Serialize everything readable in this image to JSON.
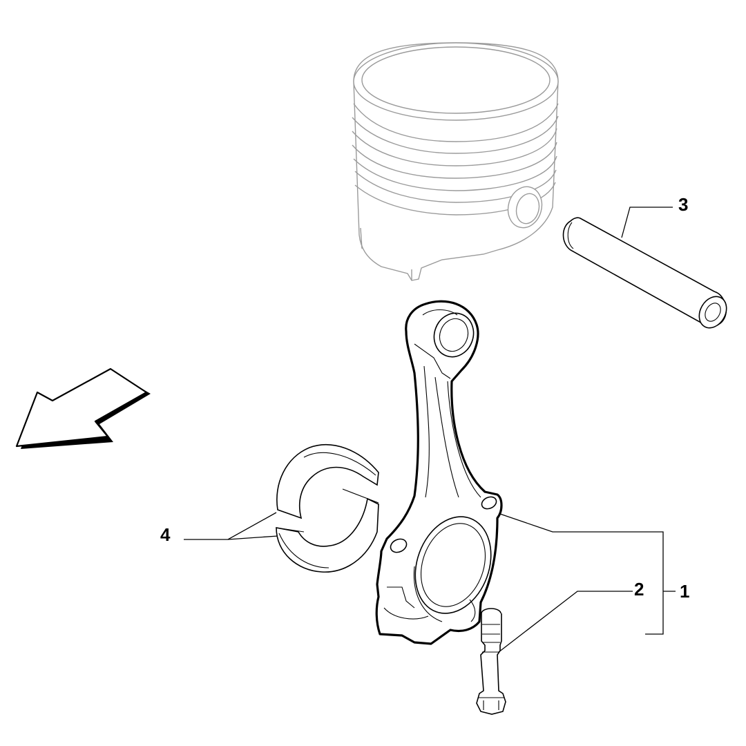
{
  "callouts": [
    {
      "id": "1",
      "label": "1"
    },
    {
      "id": "2",
      "label": "2"
    },
    {
      "id": "3",
      "label": "3"
    },
    {
      "id": "4",
      "label": "4"
    }
  ],
  "parts": [
    {
      "callout": "1",
      "icon": "connecting-rod-icon"
    },
    {
      "callout": "2",
      "icon": "rod-bolt-icon"
    },
    {
      "callout": "3",
      "icon": "piston-pin-icon"
    },
    {
      "callout": "4",
      "icon": "bearing-shell-icon"
    }
  ],
  "context_parts": [
    {
      "icon": "piston-icon",
      "style": "ghosted"
    },
    {
      "icon": "direction-arrow-icon",
      "style": "outline"
    }
  ],
  "colors": {
    "line": "#000000",
    "ghost": "#9a9a9a",
    "background": "#ffffff"
  }
}
